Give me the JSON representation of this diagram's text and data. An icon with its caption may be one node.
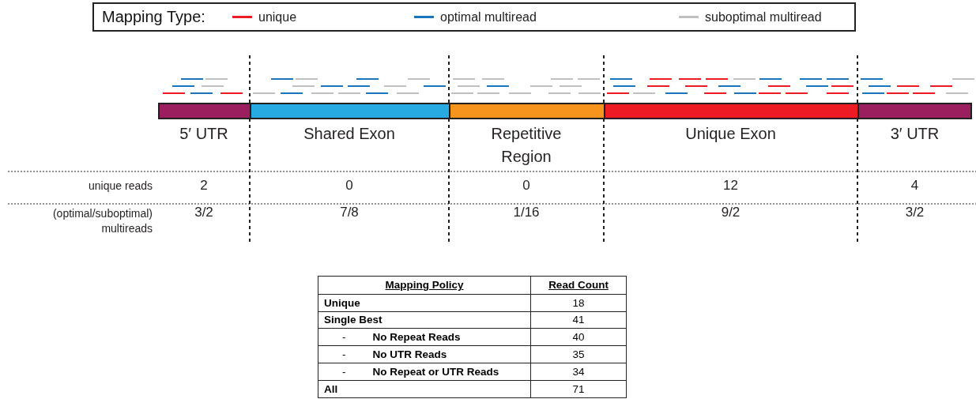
{
  "diagram": {
    "nodes": [
      {
        "text": [
          "5′ UTR"
        ]
      },
      {
        "text": [
          "Shared Exon"
        ]
      },
      {
        "text": [
          "Repetitive Region"
        ]
      },
      {
        "text": [
          "Unique Exon"
        ]
      },
      {
        "text": [
          "3′ UTR"
        ]
      }
    ],
    "labels": [
      "Mapping Type:",
      "unique reads",
      "2",
      "0",
      "0",
      "12",
      "4",
      "(optimal/suboptimal) multireads",
      "3/2",
      "7/8",
      "1/16",
      "9/2",
      "3/2",
      "Mapping Policy",
      "Read Count",
      "Unique",
      "18",
      "Single Best",
      "41",
      "-",
      "No Repeat Reads",
      "40",
      "-",
      "No UTR Reads",
      "35",
      "-",
      "No Repeat or UTR Reads",
      "34",
      "All",
      "71"
    ],
    "legend": [
      {
        "text": "unique",
        "color": "#ed1c24"
      },
      {
        "text": "optimal multiread",
        "color": "#1a75bc"
      },
      {
        "text": "suboptimal multiread",
        "color": "#c0c0c0"
      }
    ]
  }
}
